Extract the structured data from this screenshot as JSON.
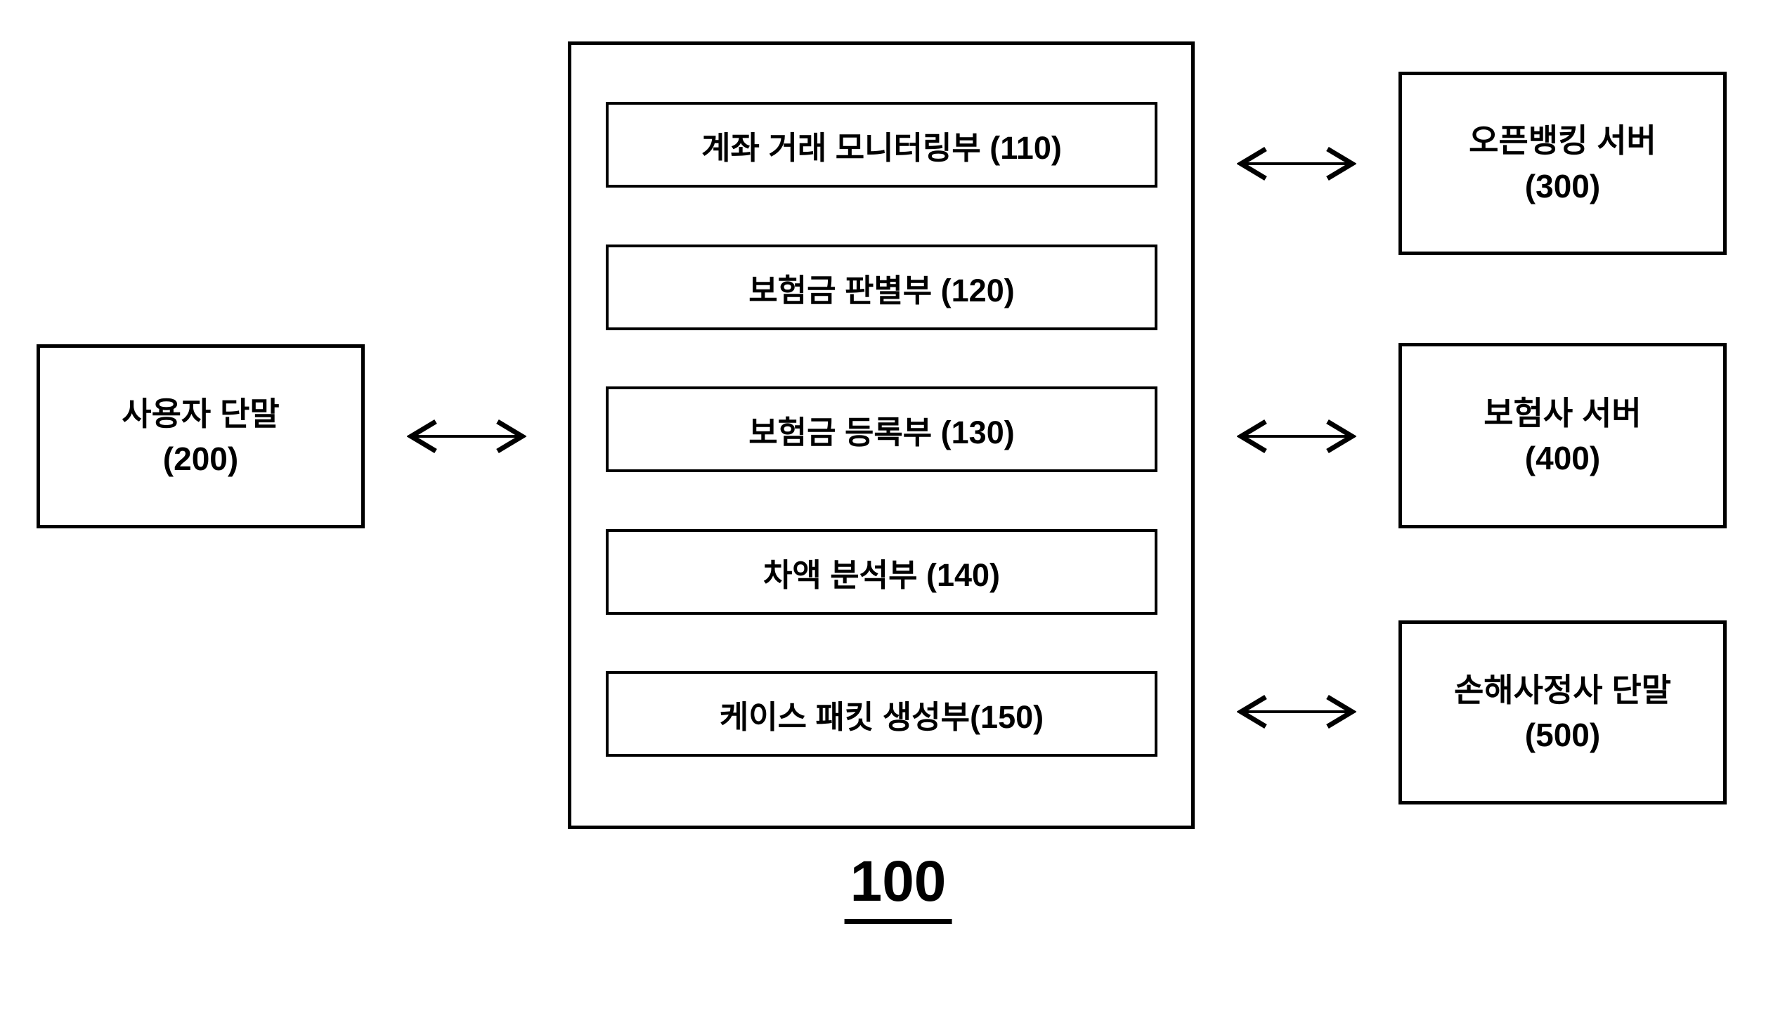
{
  "figure": {
    "label": "100",
    "left_nodes": [
      {
        "title": "사용자 단말",
        "ref": "(200)"
      }
    ],
    "modules": [
      {
        "label": "계좌 거래 모니터링부 (110)"
      },
      {
        "label": "보험금 판별부 (120)"
      },
      {
        "label": "보험금 등록부 (130)"
      },
      {
        "label": "차액 분석부 (140)"
      },
      {
        "label": "케이스 패킷 생성부(150)"
      }
    ],
    "right_nodes": [
      {
        "title": "오픈뱅킹 서버",
        "ref": "(300)"
      },
      {
        "title": "보험사 서버",
        "ref": "(400)"
      },
      {
        "title": "손해사정사 단말",
        "ref": "(500)"
      }
    ],
    "colors": {
      "line": "#000000",
      "background": "#ffffff"
    }
  }
}
